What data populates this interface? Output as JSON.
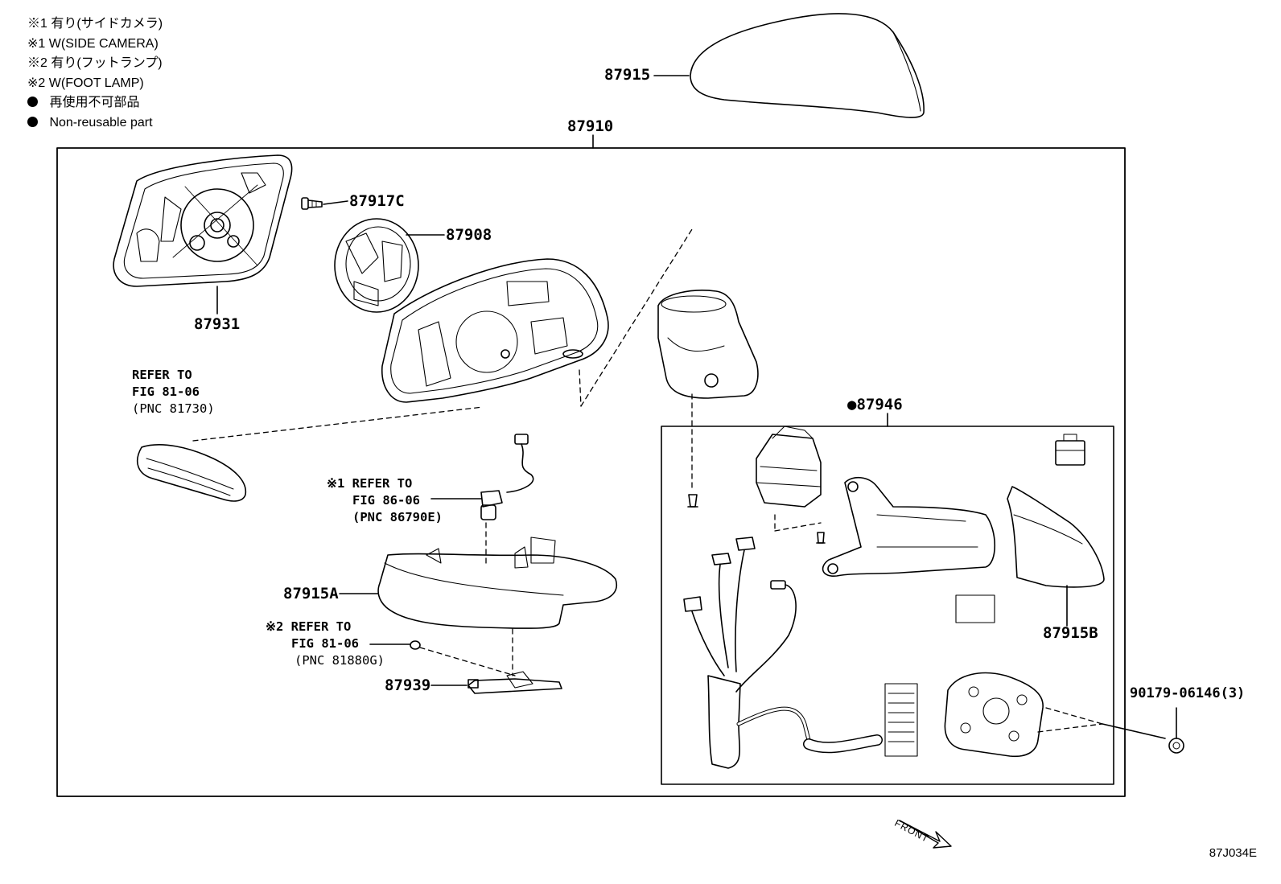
{
  "legend": [
    {
      "marker": "※1",
      "text": "有り(サイドカメラ)"
    },
    {
      "marker": "※1",
      "text": "W(SIDE CAMERA)"
    },
    {
      "marker": "※2",
      "text": "有り(フットランプ)"
    },
    {
      "marker": "※2",
      "text": "W(FOOT LAMP)"
    },
    {
      "marker": "●",
      "text": "再使用不可部品"
    },
    {
      "marker": "●",
      "text": "Non-reusable part"
    }
  ],
  "parts": {
    "p87915": "87915",
    "p87910": "87910",
    "p87917C": "87917C",
    "p87908": "87908",
    "p87931": "87931",
    "p87946": "●87946",
    "p87915A": "87915A",
    "p87915B": "87915B",
    "p87939": "87939",
    "p90179": "90179-06146(3)"
  },
  "refs": {
    "r1": {
      "line1": "REFER TO",
      "line2": "FIG 81-06",
      "line3": "(PNC 81730)"
    },
    "r2": {
      "line1": "※1 REFER TO",
      "line2": "FIG 86-06",
      "line3": "(PNC 86790E)"
    },
    "r3": {
      "line1": "※2 REFER TO",
      "line2": "FIG 81-06",
      "line3": "(PNC 81880G)"
    }
  },
  "front_label": "FRONT",
  "doc_id": "87J034E"
}
